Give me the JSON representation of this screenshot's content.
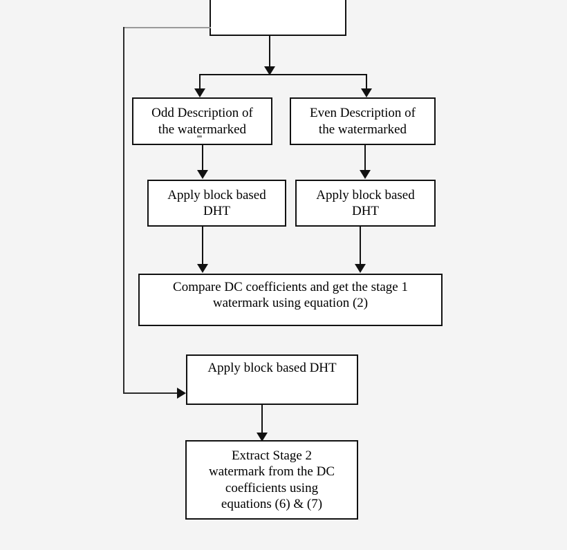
{
  "diagram": {
    "title": "Watermark extraction flowchart",
    "background_color": "#f4f4f4",
    "box_fill_color": "#ffffff",
    "line_color": "#111111",
    "nodes": [
      {
        "id": "top-cropped",
        "label": ""
      },
      {
        "id": "odd-description",
        "label": "Odd Description of\nthe watermarked"
      },
      {
        "id": "even-description",
        "label": "Even Description of\nthe watermarked"
      },
      {
        "id": "dht-left",
        "label": "Apply block based\nDHT"
      },
      {
        "id": "dht-right",
        "label": "Apply block based\nDHT"
      },
      {
        "id": "compare-dc",
        "label": "Compare DC coefficients and get the stage 1\nwatermark using equation (2)"
      },
      {
        "id": "dht-bottom",
        "label": "Apply block based DHT"
      },
      {
        "id": "extract-stage2",
        "label": "Extract Stage 2\nwatermark from the DC\ncoefficients using\nequations (6) & (7)"
      }
    ]
  }
}
